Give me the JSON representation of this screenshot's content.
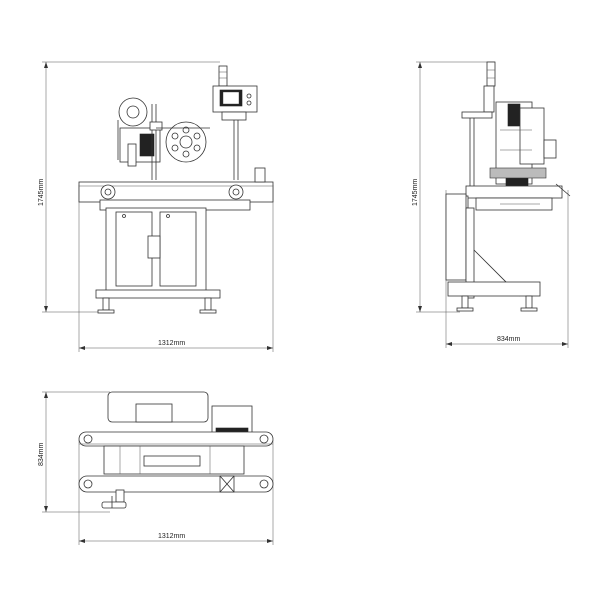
{
  "front_view": {
    "height_label": "1745mm",
    "width_label": "1312mm"
  },
  "side_view": {
    "height_label": "1745mm",
    "depth_label": "834mm"
  },
  "top_view": {
    "depth_label": "834mm",
    "width_label": "1312mm"
  },
  "colors": {
    "line": "#333333",
    "background": "#ffffff"
  }
}
